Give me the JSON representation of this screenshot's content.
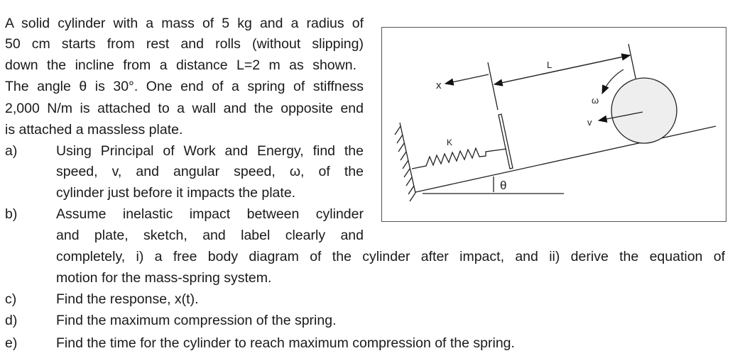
{
  "intro_lines": [
    "A solid cylinder with a mass of 5 kg and a radius of",
    "50 cm starts from rest and rolls (without slipping)",
    "down the incline from a distance L=2 m as shown.",
    "The angle θ is 30°.  One end of a spring of stiffness",
    "2,000 N/m is attached to a wall and the opposite end",
    "is attached a massless plate."
  ],
  "parts": [
    {
      "label": "a)",
      "lines": [
        "Using Principal of Work and Energy, find the",
        "speed, v, and angular speed, ω, of the",
        "cylinder just before it impacts the plate."
      ]
    },
    {
      "label": "b)",
      "lines": [
        "Assume inelastic impact between cylinder",
        "and plate, sketch, and label clearly and",
        "completely, i) a free body diagram of the cylinder after impact, and ii) derive the equation of",
        "motion for the mass-spring system."
      ]
    },
    {
      "label": "c)",
      "lines": [
        "Find the response, x(t)."
      ]
    },
    {
      "label": "d)",
      "lines": [
        "Find the maximum compression of the spring."
      ]
    },
    {
      "label": "e)",
      "lines": [
        "Find the time for the cylinder to reach maximum compression of the spring."
      ]
    }
  ],
  "figure": {
    "labels": {
      "x": "x",
      "L": "L",
      "omega": "ω",
      "v": "v",
      "K": "K",
      "theta": "θ"
    }
  }
}
